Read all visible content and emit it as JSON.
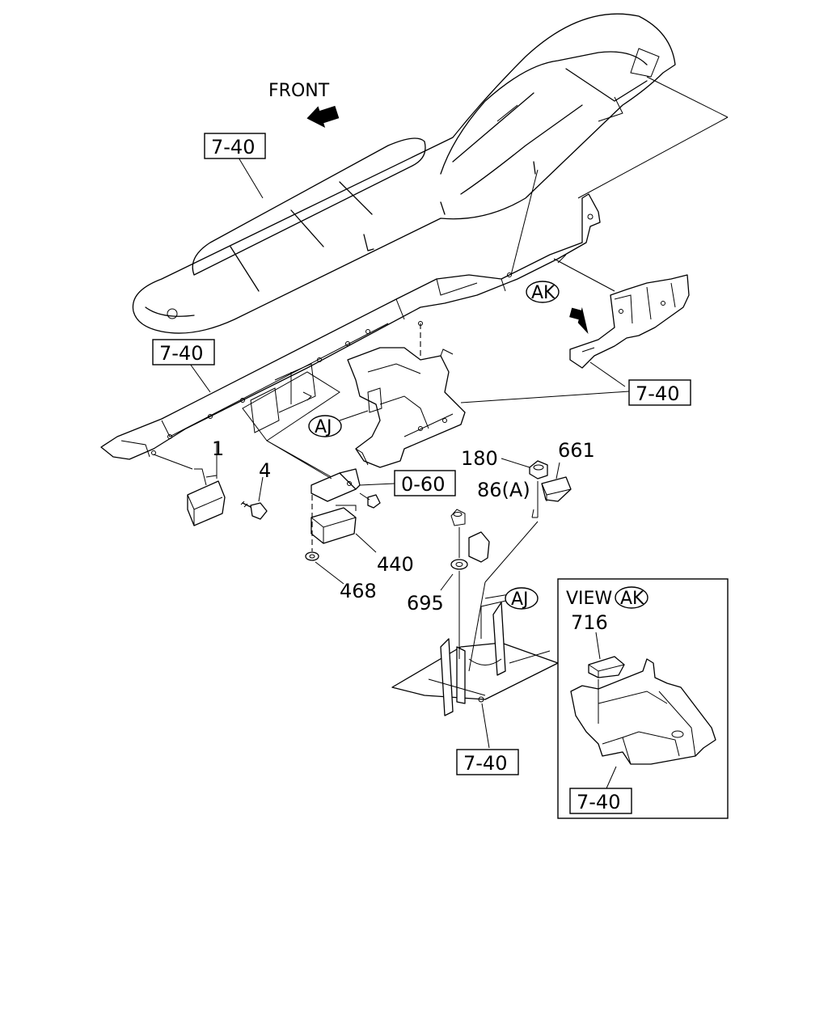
{
  "orientation": {
    "front": "FRONT"
  },
  "references": {
    "r740_dash": "7-40",
    "r740_beam": "7-40",
    "r740_right": "7-40",
    "r740_bottom": "7-40",
    "r740_view": "7-40",
    "r060": "0-60"
  },
  "callouts": {
    "ak": "AK",
    "aj_left": "AJ",
    "aj_right": "AJ"
  },
  "parts": {
    "p1": "1",
    "p4": "4",
    "p180": "180",
    "p661": "661",
    "p86a": "86(A)",
    "p440": "440",
    "p468": "468",
    "p695": "695",
    "p716": "716"
  },
  "view_panel": {
    "title": "VIEW",
    "circle": "AK"
  }
}
